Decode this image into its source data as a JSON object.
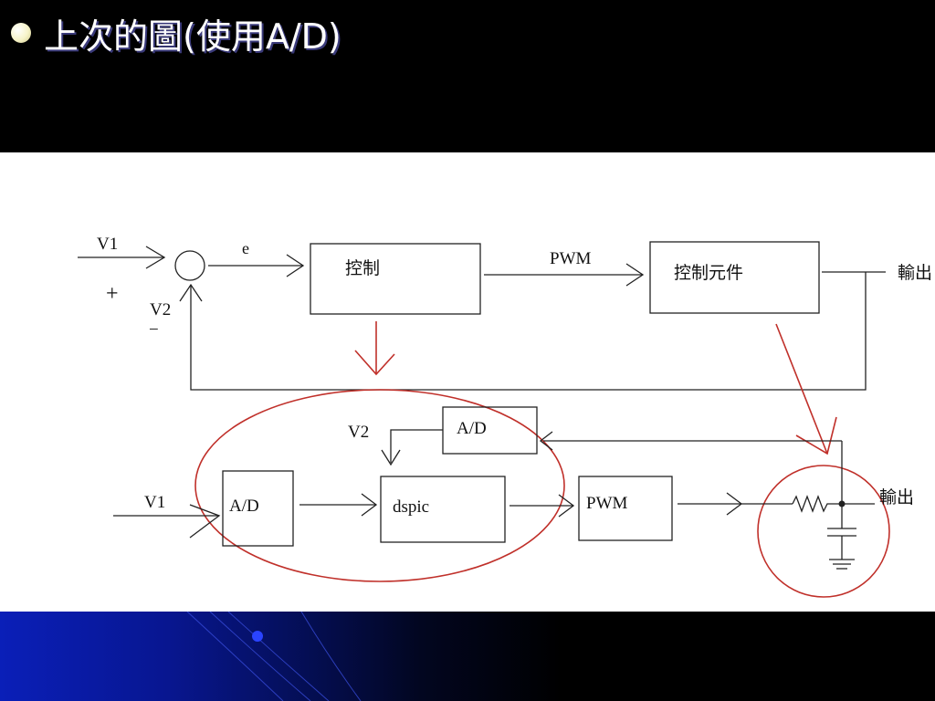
{
  "title": "上次的圖(使用A/D)",
  "colors": {
    "accent": "#c0302a",
    "line": "#222222",
    "background": "#000000"
  },
  "top_diagram": {
    "input_v1": "V1",
    "plus": "+",
    "input_v2": "V2",
    "minus": "−",
    "error": "e",
    "controller": "控制",
    "pwm_signal": "PWM",
    "actuator": "控制元件",
    "output": "輸出"
  },
  "bottom_diagram": {
    "ref_v2": "V2",
    "adc_feedback": "A/D",
    "input_v1": "V1",
    "adc_input": "A/D",
    "mcu": "dspic",
    "pwm_block": "PWM",
    "output": "輸出"
  }
}
